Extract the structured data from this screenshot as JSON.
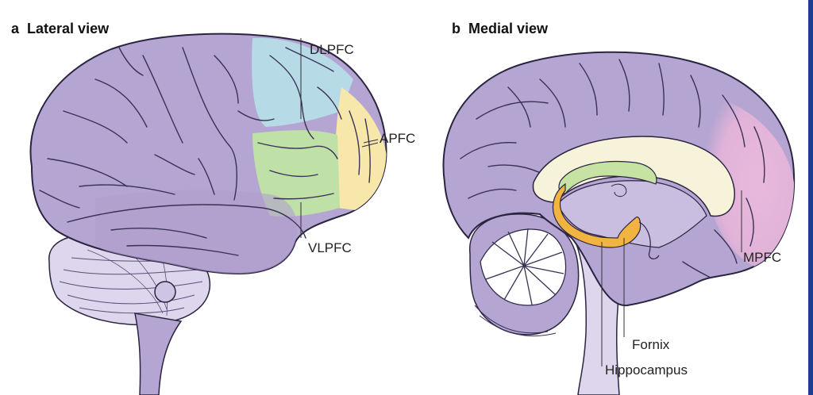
{
  "panels": {
    "a": {
      "letter": "a",
      "title": "Lateral view"
    },
    "b": {
      "letter": "b",
      "title": "Medial view"
    }
  },
  "labels": {
    "dlpfc": "DLPFC",
    "apfc": "APFC",
    "vlpfc": "VLPFC",
    "mpfc": "MPFC",
    "fornix": "Fornix",
    "hippocampus": "Hippocampus"
  },
  "colors": {
    "brain": "#b5a5d2",
    "brain_dark": "#a593c4",
    "outline": "#2a2440",
    "dlpfc": "#b7dbe6",
    "apfc": "#f7e7aa",
    "vlpfc": "#bfe0a6",
    "mpfc": "#e8b8dc",
    "corpus_callosum": "#f6f3da",
    "fornix": "#c6e3a4",
    "hippocampus": "#f2b440",
    "frame": "#1f3d8f"
  }
}
